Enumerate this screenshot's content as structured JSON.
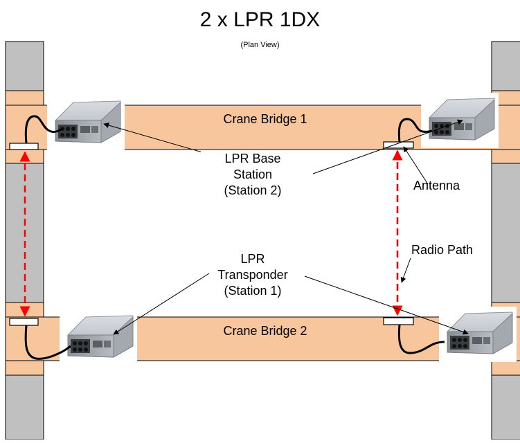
{
  "title": "2 x LPR 1DX",
  "subtitle": "(Plan View)",
  "bridges": {
    "bridge1": "Crane Bridge 1",
    "bridge2": "Crane Bridge 2"
  },
  "labels": {
    "base_station": [
      "LPR Base",
      "Station",
      "(Station 2)"
    ],
    "transponder": [
      "LPR",
      "Transponder",
      "(Station 1)"
    ],
    "antenna": "Antenna",
    "radio_path": "Radio Path"
  },
  "colors": {
    "rail_gray": "#c0c0c0",
    "bridge_orange": "#f8c69c",
    "radio_path_red": "#ff0000",
    "antenna_white": "#ffffff",
    "device_gray": "#9aa0a6"
  },
  "icons": [
    "radio-unit-icon",
    "antenna-icon"
  ]
}
